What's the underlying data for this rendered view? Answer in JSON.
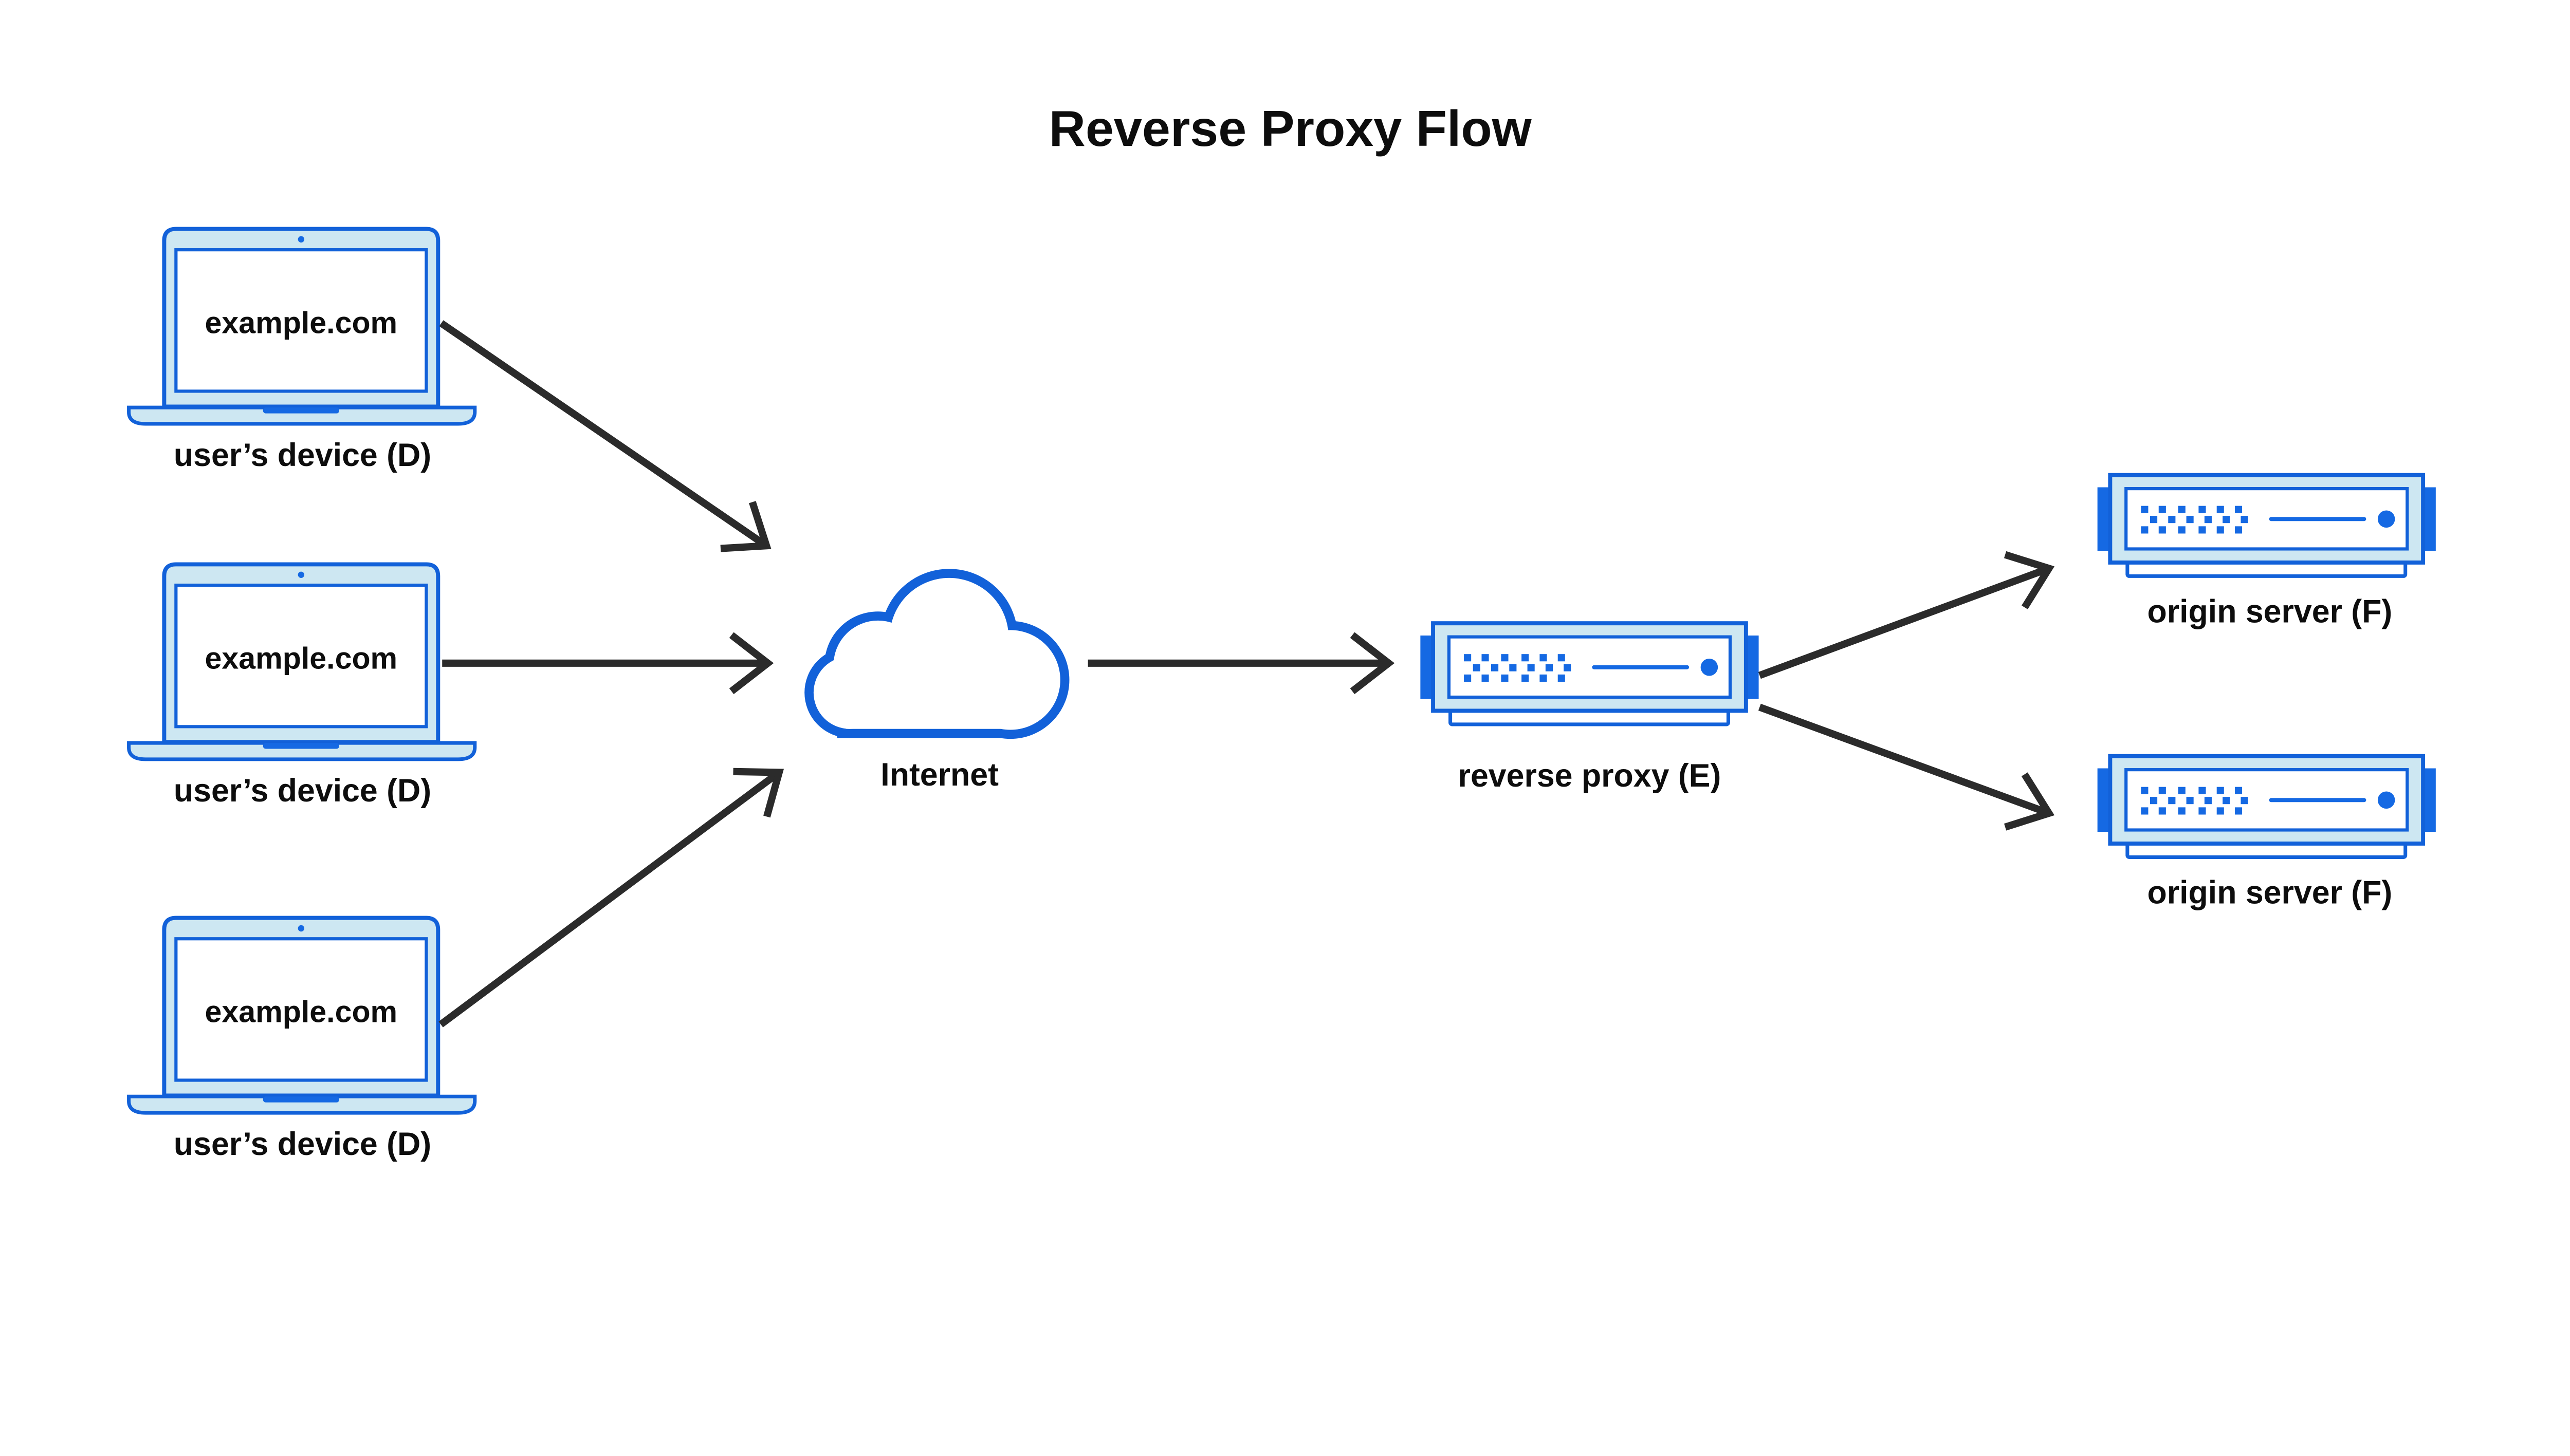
{
  "title": "Reverse Proxy Flow",
  "devices": [
    {
      "screen_text": "example.com",
      "label": "user’s device (D)"
    },
    {
      "screen_text": "example.com",
      "label": "user’s device (D)"
    },
    {
      "screen_text": "example.com",
      "label": "user’s device (D)"
    }
  ],
  "internet": {
    "label": "Internet"
  },
  "reverse_proxy": {
    "label": "reverse proxy (E)"
  },
  "origin_servers": [
    {
      "label": "origin server (F)"
    },
    {
      "label": "origin server (F)"
    }
  ],
  "icons": {
    "device": "laptop-icon",
    "internet": "cloud-icon",
    "proxy": "server-icon",
    "origin": "server-icon"
  },
  "colors": {
    "outline_blue": "#1261d9",
    "solid_blue": "#1569e3",
    "light_blue_fill": "#cde7f2",
    "arrow_color": "#2b2b2b",
    "text_color": "#0d0d0d",
    "background": "#ffffff"
  }
}
